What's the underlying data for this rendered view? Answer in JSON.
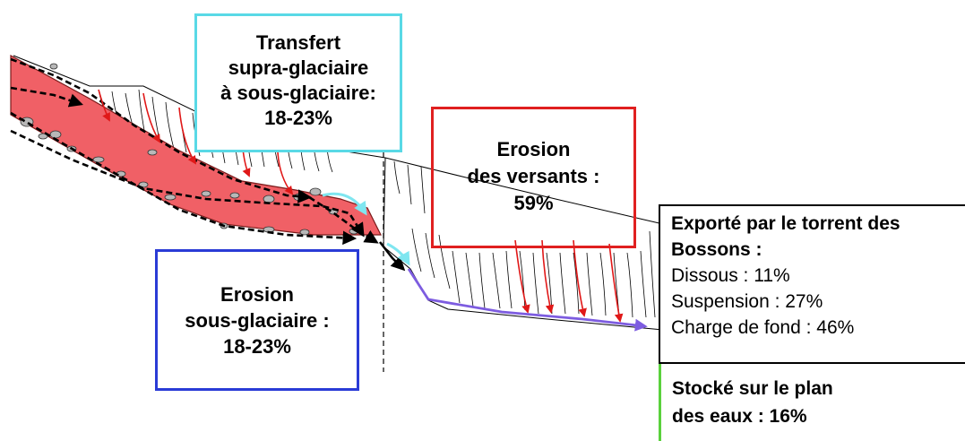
{
  "supra_box": {
    "lines": [
      "Transfert",
      "supra-glaciaire",
      "à sous-glaciaire:",
      "18-23%"
    ],
    "color": "#59d9e6"
  },
  "versants_box": {
    "lines": [
      "Erosion",
      "des versants :",
      "59%"
    ],
    "color": "#e02020"
  },
  "sous_box": {
    "lines": [
      "Erosion",
      "sous-glaciaire :",
      "18-23%"
    ],
    "color": "#2a3bd6"
  },
  "export_box": {
    "title_line1": "Exporté par le torrent des",
    "title_line2": "Bossons :",
    "items": [
      "Dissous : 11%",
      "Suspension : 27%",
      "Charge de fond : 46%"
    ]
  },
  "stocke_box": {
    "lines": [
      "Stocké sur le plan",
      "des eaux : 16%"
    ],
    "color": "#5ad13c"
  },
  "colors": {
    "glacier_fill": "#f06066",
    "glacier_outline": "#7a1a1a",
    "transport_path": "#000000",
    "slope_arrow": "#e01818",
    "supra_arrow": "#7fe6f0",
    "stream": "#7d5ce0",
    "debris": "#b8b8b8"
  }
}
